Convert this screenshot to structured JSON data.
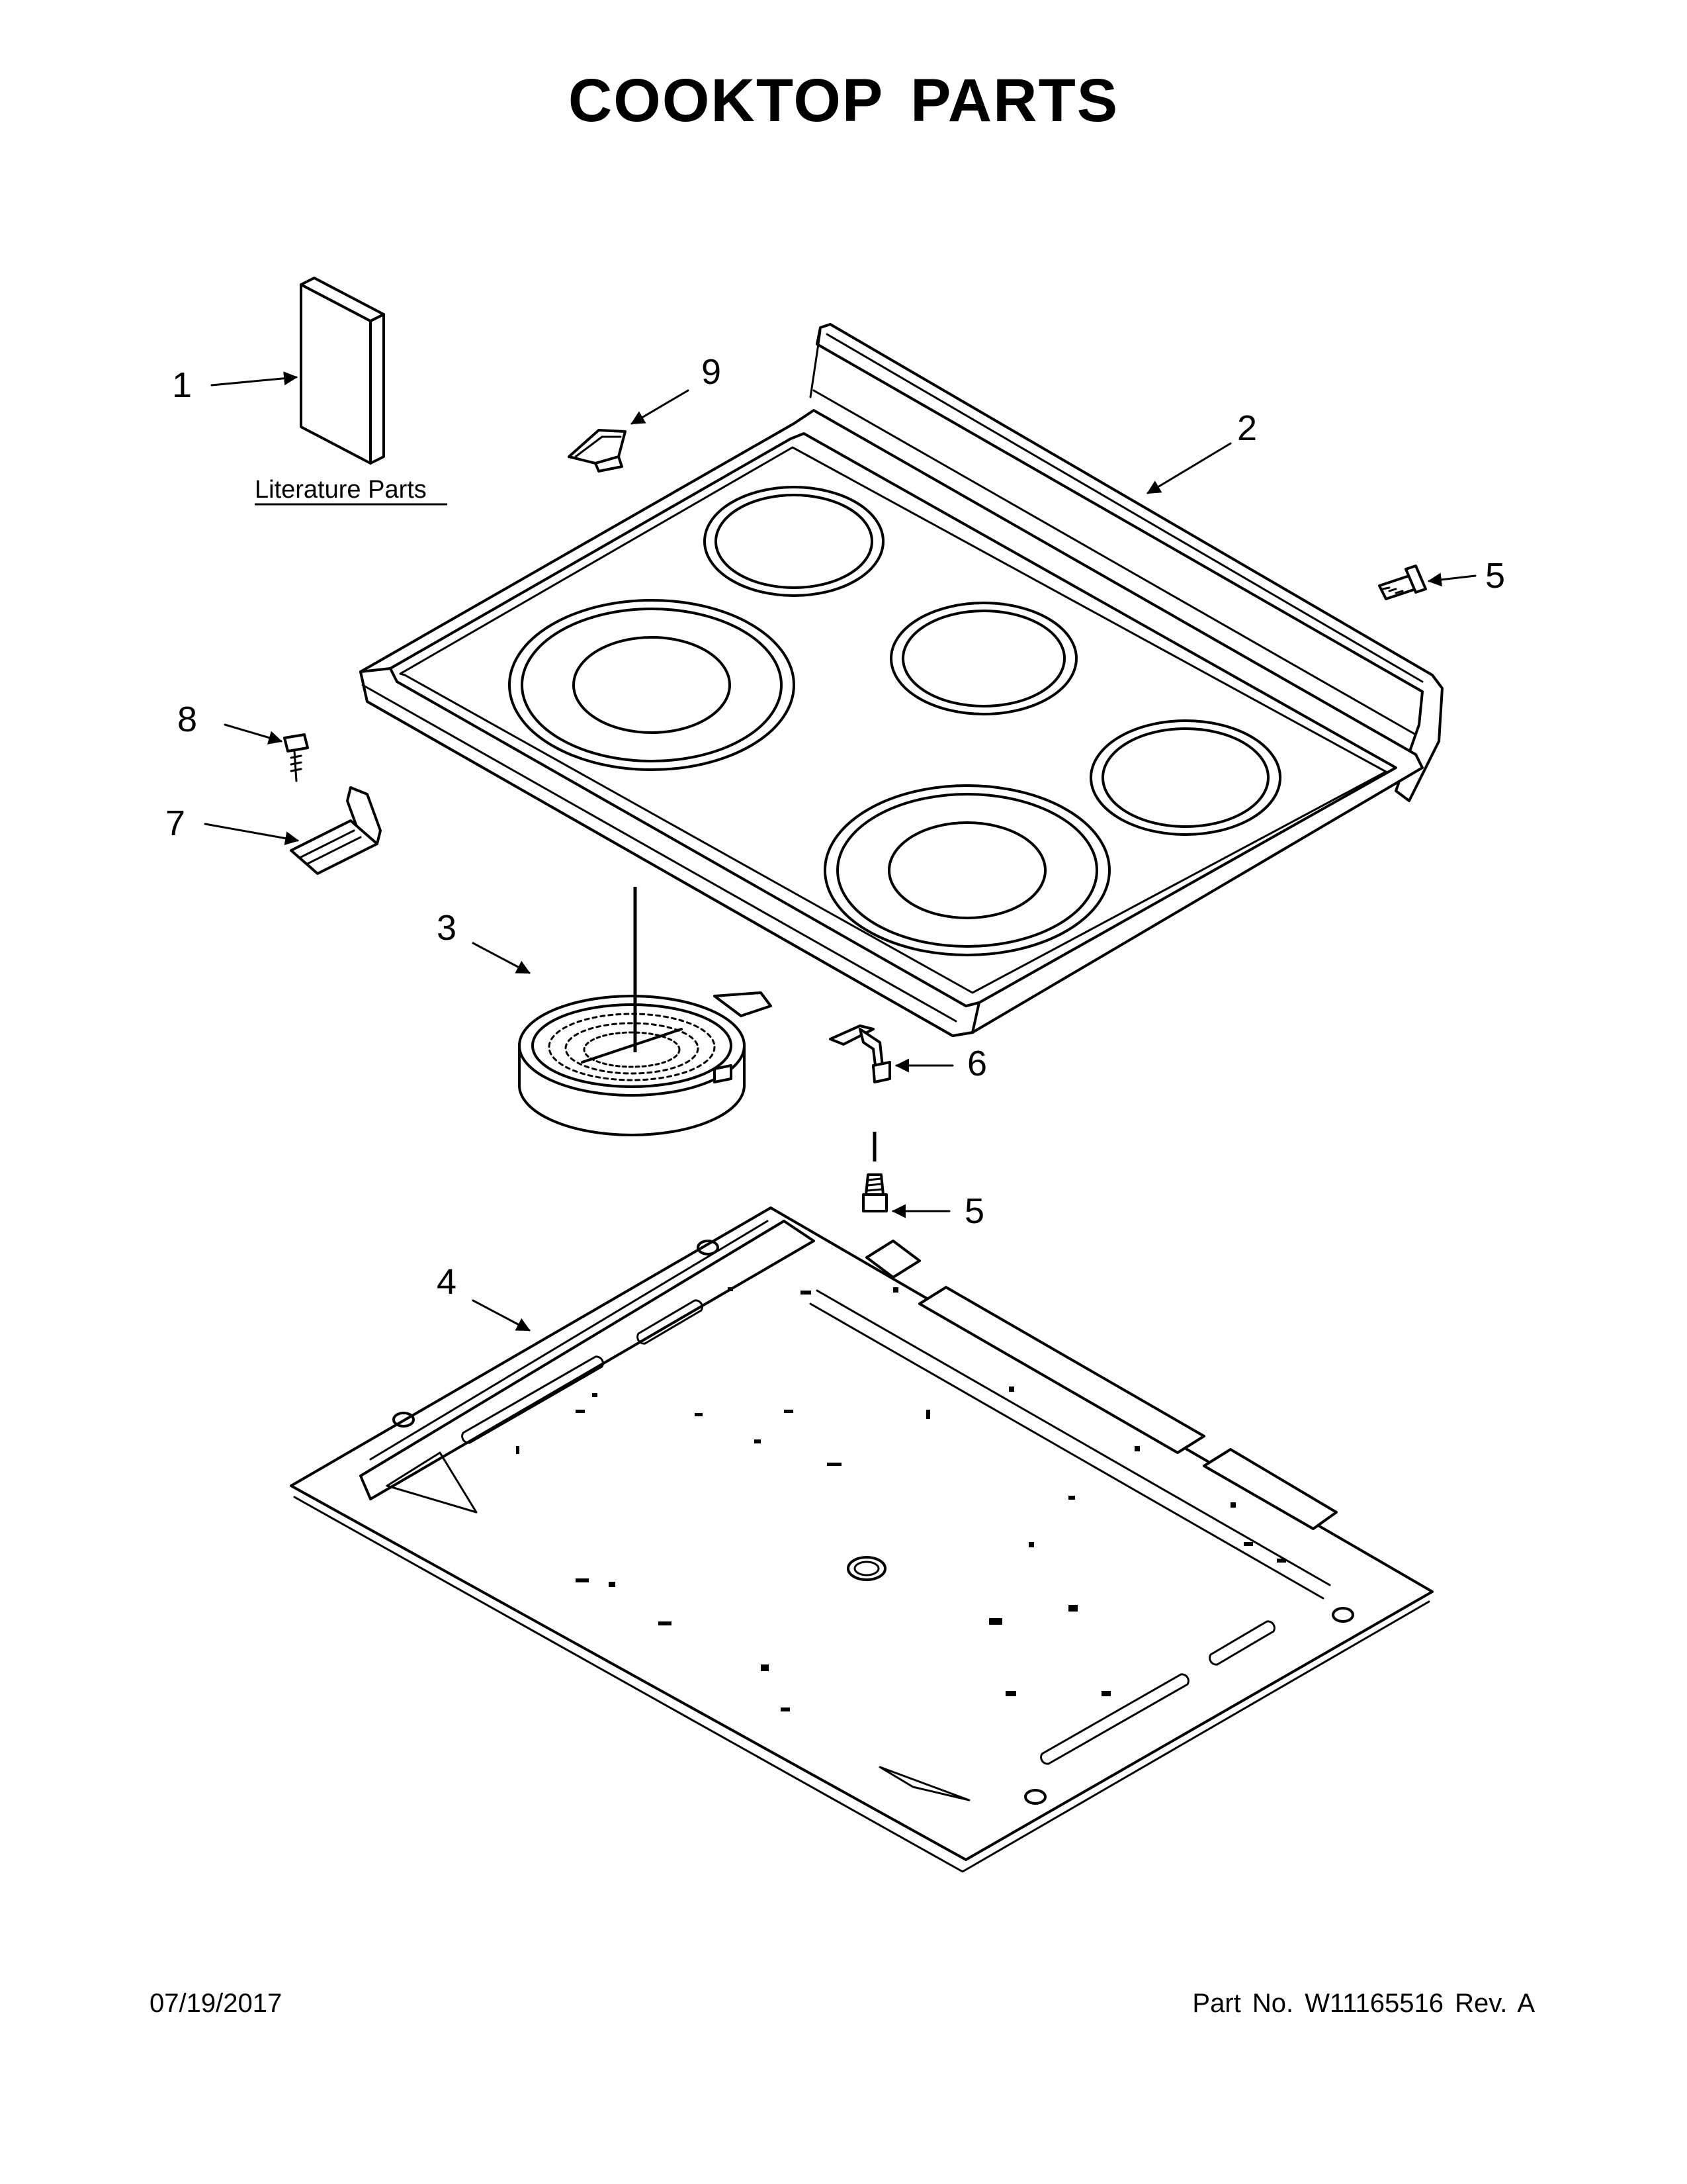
{
  "title": "COOKTOP PARTS",
  "literature_label": "Literature Parts",
  "callouts": {
    "c1": "1",
    "c2": "2",
    "c3": "3",
    "c4": "4",
    "c5a": "5",
    "c5b": "5",
    "c6": "6",
    "c7": "7",
    "c8": "8",
    "c9": "9"
  },
  "footer": {
    "date": "07/19/2017",
    "part_number": "Part No.  W11165516  Rev.  A"
  }
}
